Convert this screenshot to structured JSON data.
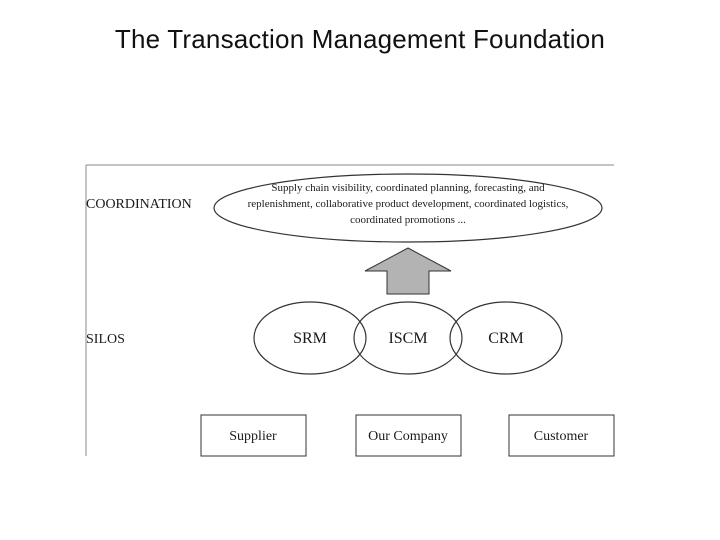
{
  "slide": {
    "title": "The Transaction Management Foundation"
  },
  "diagram": {
    "levels": {
      "coordination": "COORDINATION",
      "silos": "SILOS"
    },
    "coordination_text": [
      "Supply chain visibility, coordinated planning, forecasting, and",
      "replenishment, collaborative product development, coordinated logistics,",
      "coordinated promotions ..."
    ],
    "silos": [
      "SRM",
      "ISCM",
      "CRM"
    ],
    "parties": [
      "Supplier",
      "Our Company",
      "Customer"
    ]
  }
}
